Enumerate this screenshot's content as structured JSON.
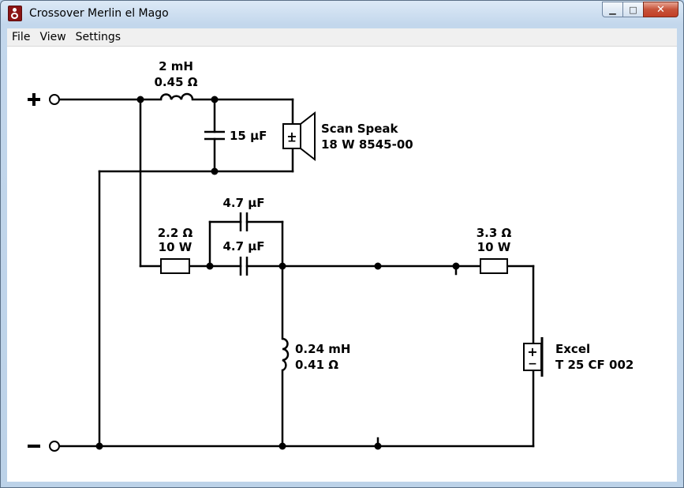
{
  "window": {
    "title": "Crossover Merlin el Mago",
    "controls": {
      "minimize": "▁",
      "maximize": "□",
      "close": "✕"
    }
  },
  "menu": [
    "File",
    "View",
    "Settings"
  ],
  "schematic": {
    "terminals": {
      "positive": "+",
      "negative": "−"
    },
    "woofer_inductor": {
      "value": "2 mH",
      "resistance": "0.45 Ω"
    },
    "woofer_cap": {
      "value": "15 µF"
    },
    "woofer": {
      "name": "Scan Speak",
      "model": "18 W 8545-00"
    },
    "tweeter_cap_top": {
      "value": "4.7 µF"
    },
    "tweeter_cap_bottom": {
      "value": "4.7 µF"
    },
    "tweeter_series_resistor": {
      "value": "2.2 Ω",
      "power": "10 W"
    },
    "tweeter_shunt_inductor": {
      "value": "0.24 mH",
      "resistance": "0.41 Ω"
    },
    "tweeter_output_resistor": {
      "value": "3.3 Ω",
      "power": "10 W"
    },
    "tweeter": {
      "name": "Excel",
      "model": "T 25 CF 002"
    },
    "speaker_polarity": {
      "plus": "+",
      "minus": "−"
    }
  }
}
